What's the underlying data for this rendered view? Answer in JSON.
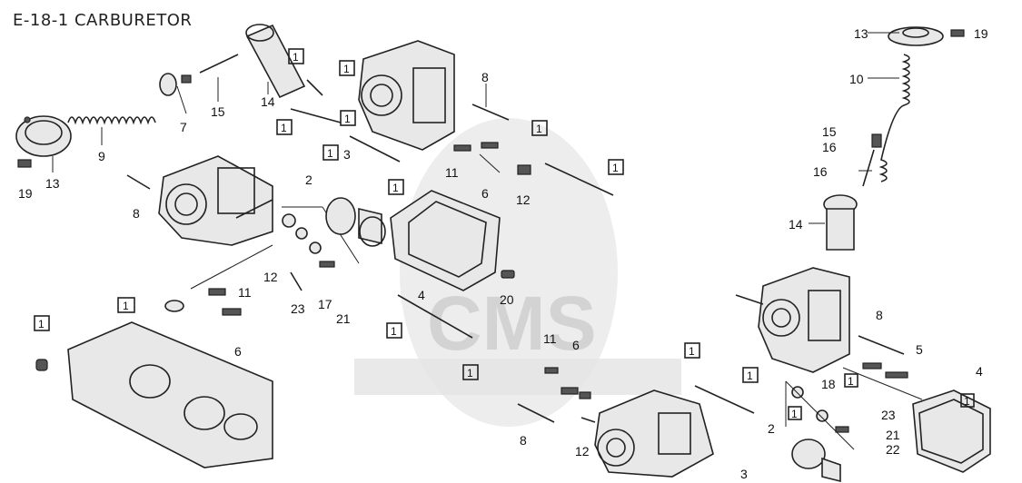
{
  "title": "E-18-1 CARBURETOR",
  "watermark": {
    "text": "CMS",
    "color": "#cfcfcf"
  },
  "labels": [
    {
      "id": "l13a",
      "text": "13"
    },
    {
      "id": "l19a",
      "text": "19"
    },
    {
      "id": "l9",
      "text": "9"
    },
    {
      "id": "l7",
      "text": "7"
    },
    {
      "id": "l15a",
      "text": "15"
    },
    {
      "id": "l14a",
      "text": "14"
    },
    {
      "id": "l8a",
      "text": "8"
    },
    {
      "id": "l2a",
      "text": "2"
    },
    {
      "id": "l3a",
      "text": "3"
    },
    {
      "id": "l11a",
      "text": "11"
    },
    {
      "id": "l6a",
      "text": "6"
    },
    {
      "id": "l12a",
      "text": "12"
    },
    {
      "id": "l23a",
      "text": "23"
    },
    {
      "id": "l17",
      "text": "17"
    },
    {
      "id": "l21a",
      "text": "21"
    },
    {
      "id": "l11b",
      "text": "11"
    },
    {
      "id": "l6b",
      "text": "6"
    },
    {
      "id": "l12b",
      "text": "12"
    },
    {
      "id": "l4a",
      "text": "4"
    },
    {
      "id": "l20",
      "text": "20"
    },
    {
      "id": "l8b",
      "text": "8"
    },
    {
      "id": "l11c",
      "text": "11"
    },
    {
      "id": "l6c",
      "text": "6"
    },
    {
      "id": "l12c",
      "text": "12"
    },
    {
      "id": "l8c",
      "text": "8"
    },
    {
      "id": "l12d",
      "text": "12"
    },
    {
      "id": "l13b",
      "text": "13"
    },
    {
      "id": "l19b",
      "text": "19"
    },
    {
      "id": "l10",
      "text": "10"
    },
    {
      "id": "l15b",
      "text": "15"
    },
    {
      "id": "l16a",
      "text": "16"
    },
    {
      "id": "l16b",
      "text": "16"
    },
    {
      "id": "l14b",
      "text": "14"
    },
    {
      "id": "l8d",
      "text": "8"
    },
    {
      "id": "l5",
      "text": "5"
    },
    {
      "id": "l4b",
      "text": "4"
    },
    {
      "id": "l18",
      "text": "18"
    },
    {
      "id": "l23b",
      "text": "23"
    },
    {
      "id": "l2b",
      "text": "2"
    },
    {
      "id": "l21b",
      "text": "21"
    },
    {
      "id": "l22",
      "text": "22"
    },
    {
      "id": "l3b",
      "text": "3"
    }
  ],
  "boxes": [
    "1",
    "1",
    "1",
    "1",
    "1",
    "1",
    "1",
    "1",
    "1",
    "1",
    "1",
    "1",
    "1",
    "1",
    "1",
    "1",
    "1"
  ]
}
